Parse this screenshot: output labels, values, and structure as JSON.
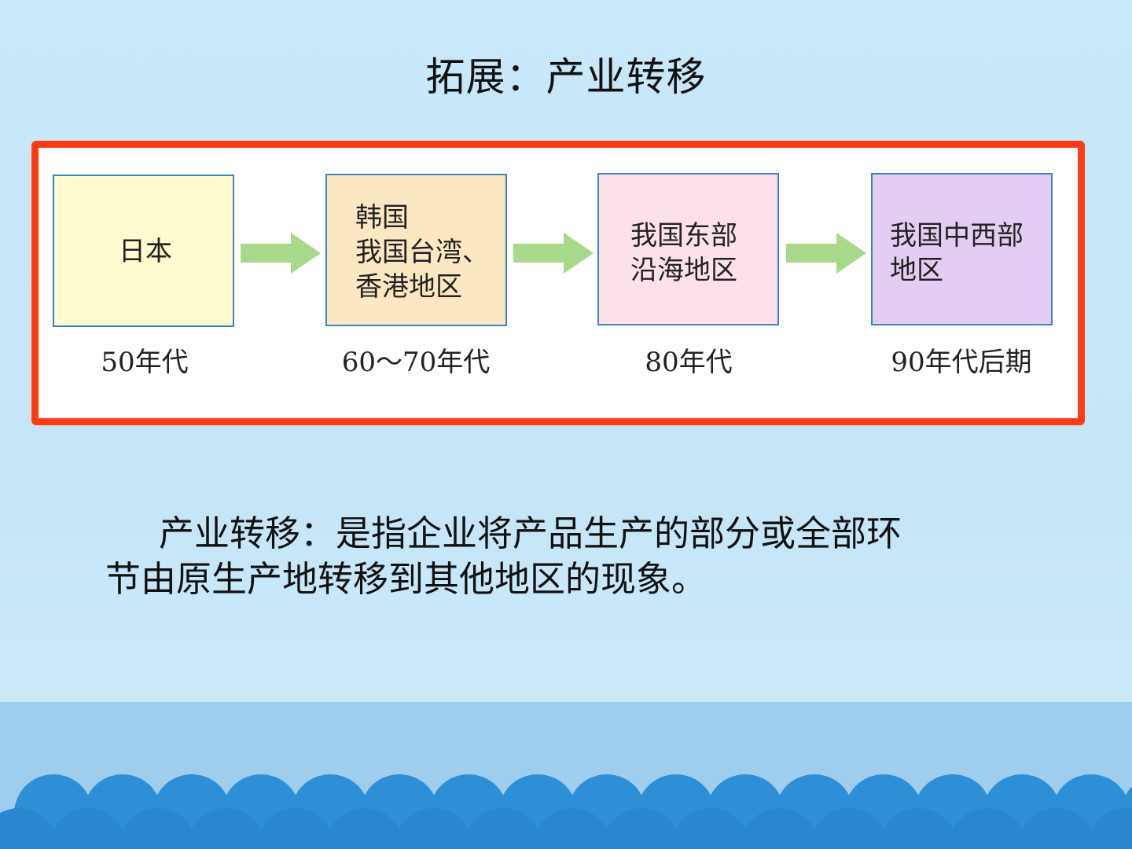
{
  "title": "拓展：产业转移",
  "flow": {
    "stages": [
      {
        "label": "日本",
        "era": "50年代",
        "color": "#fdfbcf"
      },
      {
        "label": "韩国\n我国台湾、\n香港地区",
        "era": "60～70年代",
        "color": "#fbe7c2"
      },
      {
        "label": "我国东部\n沿海地区",
        "era": "80年代",
        "color": "#fde1ea"
      },
      {
        "label": "我国中西部\n地区",
        "era": "90年代后期",
        "color": "#e4cdf3"
      }
    ],
    "arrow_color": "#a8d98a",
    "frame_color": "#ff3b14"
  },
  "definition": {
    "line1": "产业转移：是指企业将产品生产的部分或全部环",
    "line2": "节由原生产地转移到其他地区的现象。"
  }
}
